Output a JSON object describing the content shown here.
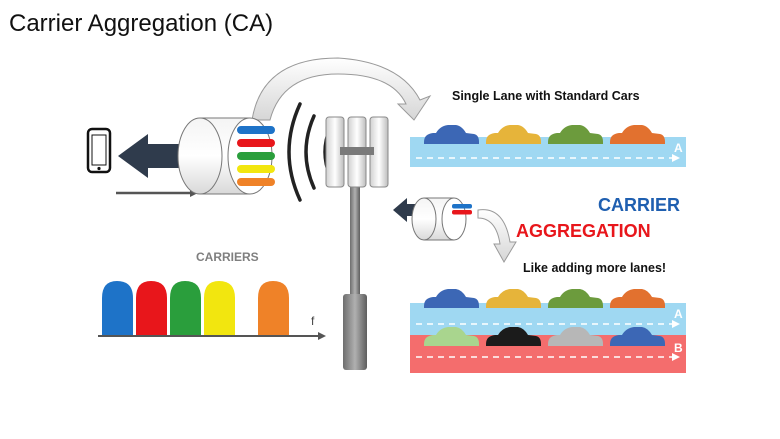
{
  "title": "Carrier Aggregation (CA)",
  "single_lane_label": "Single Lane with Standard Cars",
  "ca_word1": "CARRIER",
  "ca_word2": "AGGREGATION",
  "more_lanes_label": "Like adding more lanes!",
  "carriers_label": "CARRIERS",
  "freq_axis_label": "f",
  "lane_a_label": "A",
  "lane_b_label": "B",
  "colors": {
    "blue": "#1e73c8",
    "red": "#e8161b",
    "green": "#2a9e3c",
    "yellow": "#f2e60f",
    "orange": "#ef8228",
    "ca_blue": "#1f5fb0",
    "lane_a": "#9fd8f2",
    "lane_b": "#f46d6d",
    "arrow": "#2f3b4c"
  },
  "carrier_colors": [
    "#1e73c8",
    "#e8161b",
    "#2a9e3c",
    "#f2e60f",
    "#ef8228"
  ],
  "lane_single_cars": [
    "#3c67b5",
    "#e6b43a",
    "#6c9b3d",
    "#e2712f"
  ],
  "lane_a_cars": [
    "#3c67b5",
    "#e6b43a",
    "#6c9b3d",
    "#e2712f"
  ],
  "lane_b_cars": [
    "#a9d58e",
    "#1b1b1b",
    "#b7b7b7",
    "#3c67b5"
  ],
  "icons": [
    "phone-icon",
    "cell-tower-icon",
    "signal-waves-icon",
    "left-arrow-icon",
    "curved-arrow-icon",
    "car-icon"
  ]
}
